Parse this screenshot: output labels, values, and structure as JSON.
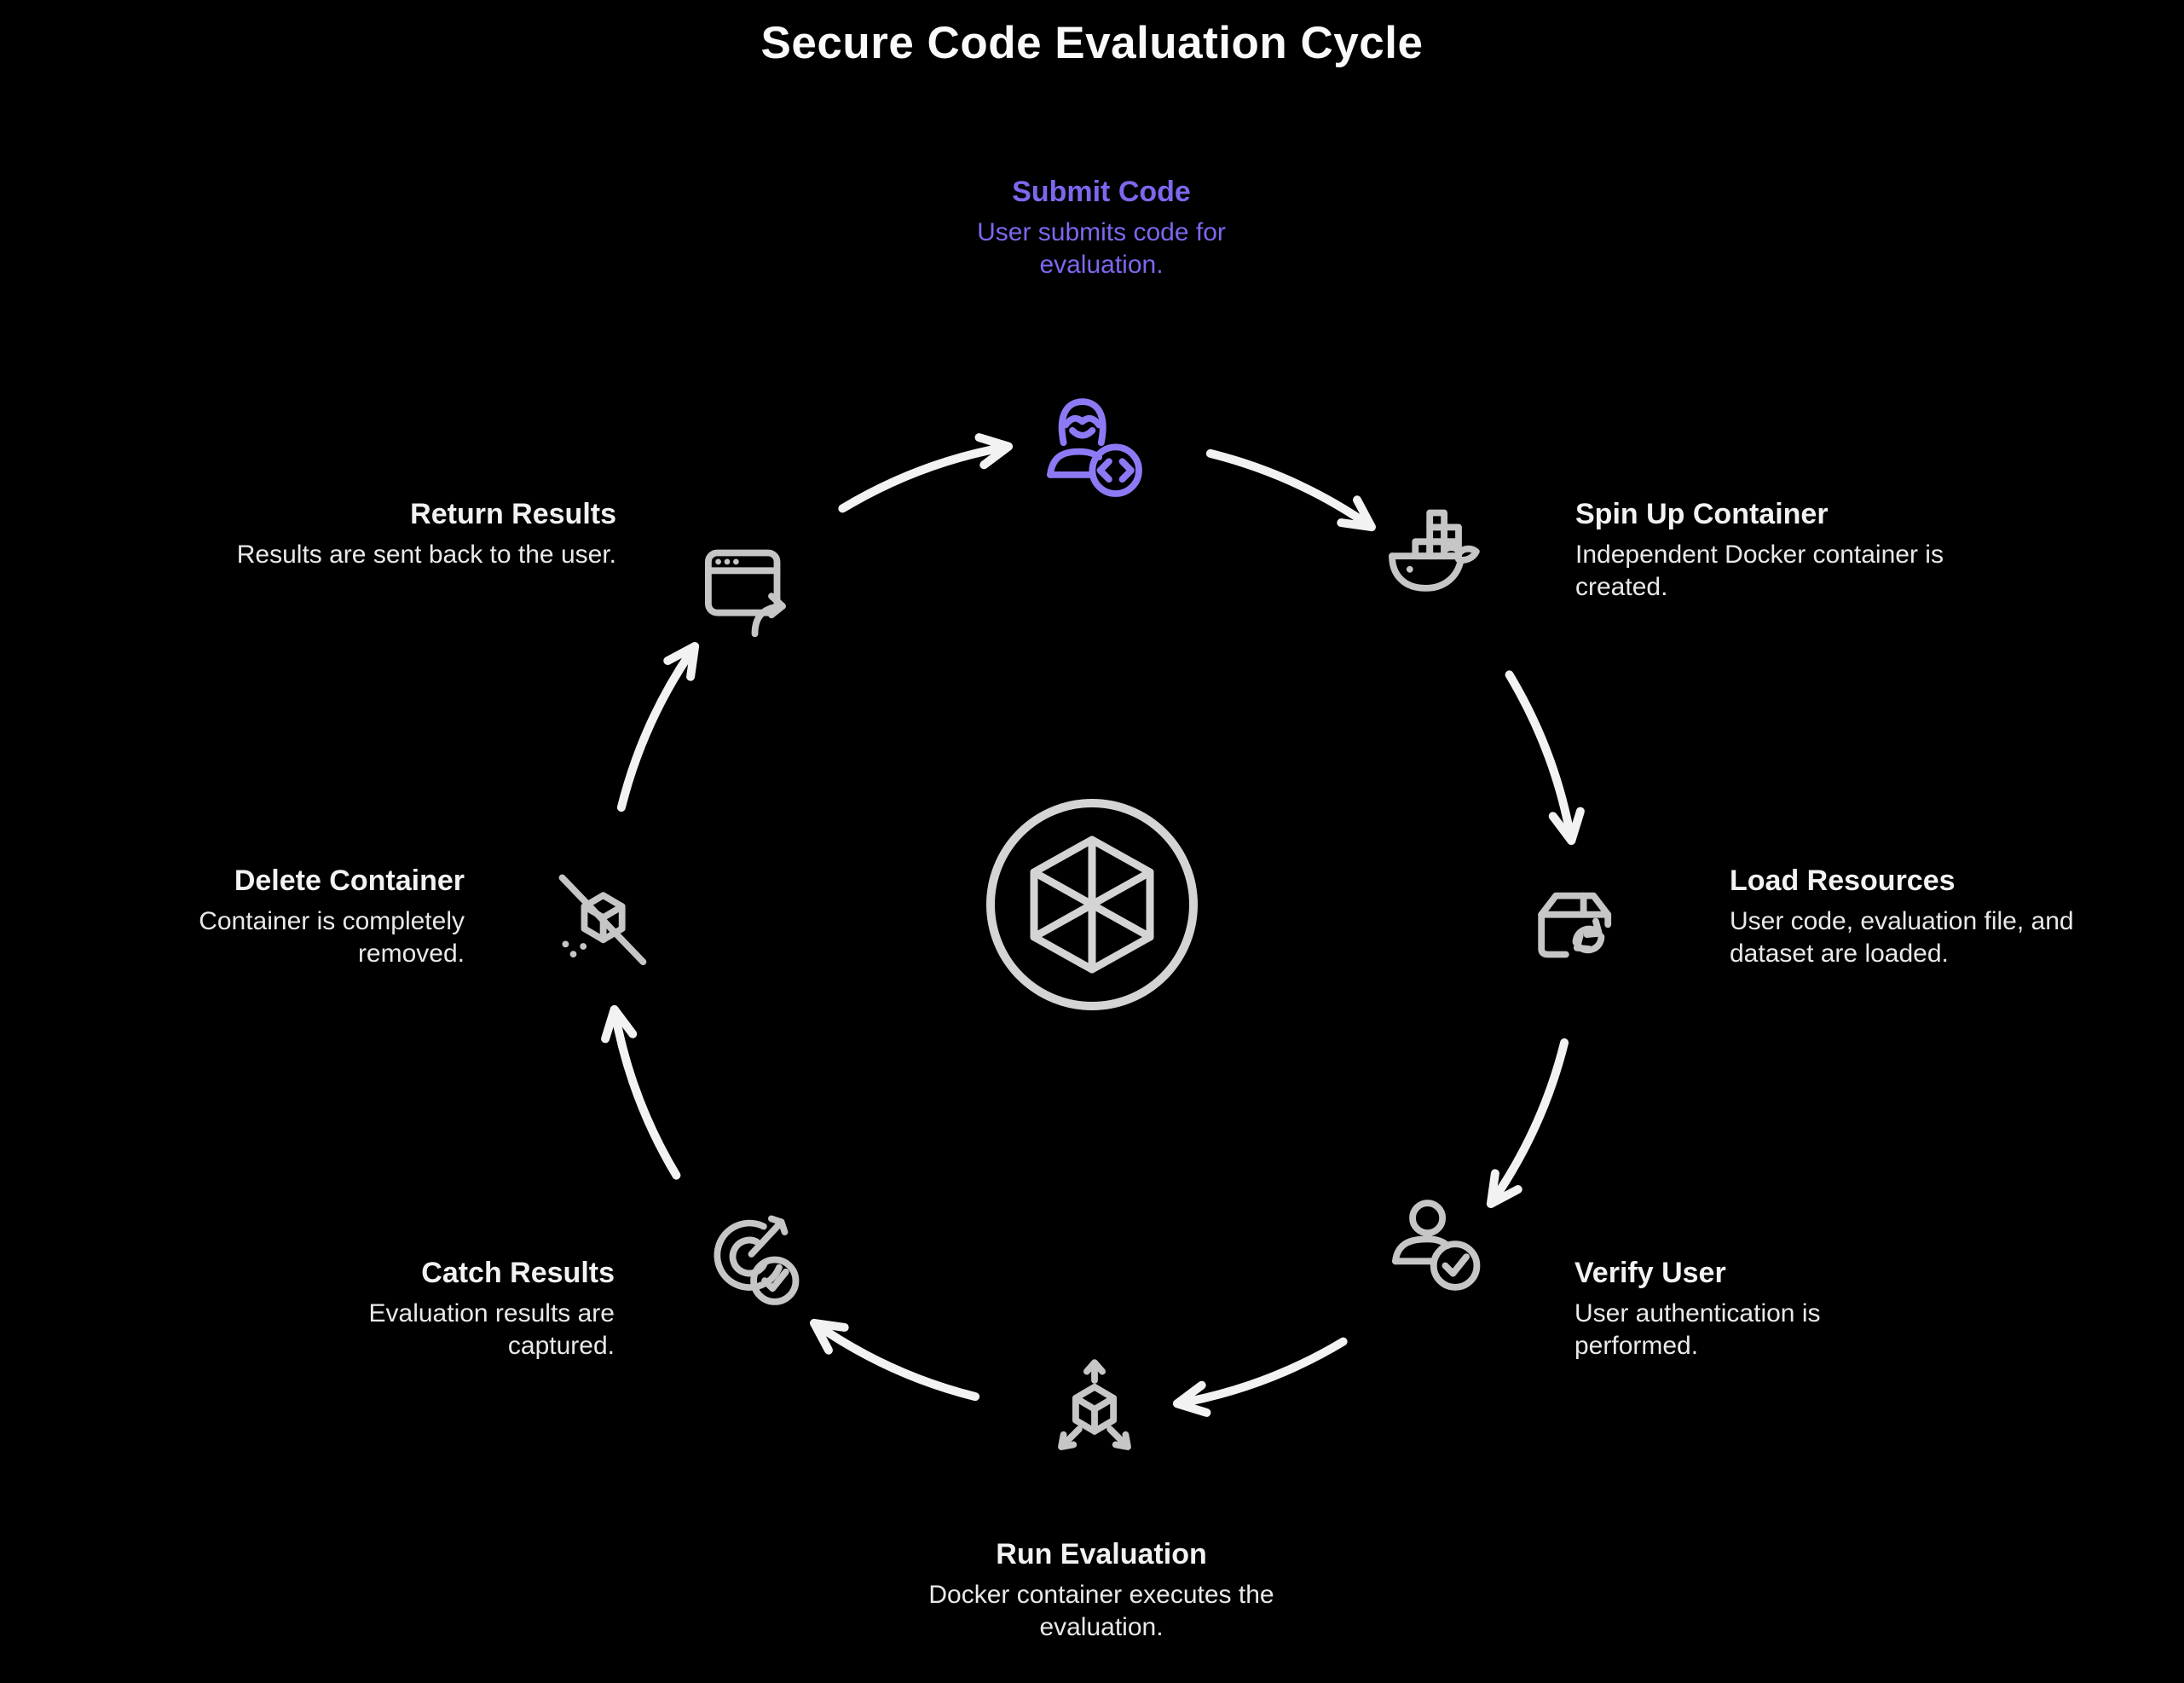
{
  "title": "Secure Code Evaluation Cycle",
  "colors": {
    "background": "#000000",
    "accent_purple": "#7b68ee",
    "accent_icon_purple": "#8c7af5",
    "icon_gray": "#c6c6c6",
    "center_icon_gray": "#d4d4d4",
    "arrow_white": "#f2f2f2",
    "title_white": "#fafafa",
    "step_title_white": "#f2f2f2",
    "step_desc_white": "#e9e9e9"
  },
  "center": {
    "icon": "wireframe-cube-circle"
  },
  "steps": [
    {
      "label": "Submit Code",
      "description": "User submits code for evaluation.",
      "icon": "user-code-icon",
      "highlighted": true,
      "position": "top"
    },
    {
      "label": "Spin Up Container",
      "description": "Independent Docker container is created.",
      "icon": "docker-whale-icon",
      "highlighted": false,
      "position": "upper-right"
    },
    {
      "label": "Load Resources",
      "description": "User code, evaluation file, and dataset are loaded.",
      "icon": "package-recycle-icon",
      "highlighted": false,
      "position": "right"
    },
    {
      "label": "Verify User",
      "description": "User authentication is performed.",
      "icon": "user-check-icon",
      "highlighted": false,
      "position": "lower-right"
    },
    {
      "label": "Run Evaluation",
      "description": "Docker container executes the evaluation.",
      "icon": "cube-expand-icon",
      "highlighted": false,
      "position": "bottom"
    },
    {
      "label": "Catch Results",
      "description": "Evaluation results are captured.",
      "icon": "target-check-icon",
      "highlighted": false,
      "position": "lower-left"
    },
    {
      "label": "Delete Container",
      "description": "Container is completely removed.",
      "icon": "cube-slash-icon",
      "highlighted": false,
      "position": "left"
    },
    {
      "label": "Return Results",
      "description": "Results are sent back to the user.",
      "icon": "window-return-icon",
      "highlighted": false,
      "position": "upper-left"
    }
  ]
}
